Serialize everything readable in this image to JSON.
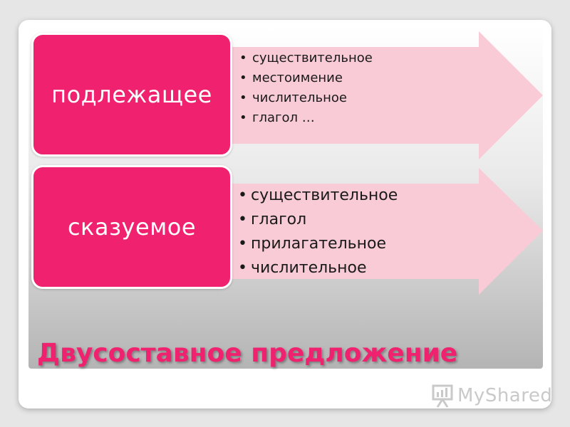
{
  "diagram": {
    "rows": [
      {
        "label": "подлежащее",
        "items": [
          "существительное",
          "местоимение",
          "числительное",
          "глагол …"
        ]
      },
      {
        "label": "сказуемое",
        "items": [
          "существительное",
          "глагол",
          "прилагательное",
          "числительное"
        ]
      }
    ]
  },
  "title": "Двусоставное предложение",
  "watermark": {
    "text": "MyShared",
    "icon": "presentation-board-icon"
  },
  "colors": {
    "accent": "#f0216e",
    "arrow_fill": "#f9cbd6"
  }
}
